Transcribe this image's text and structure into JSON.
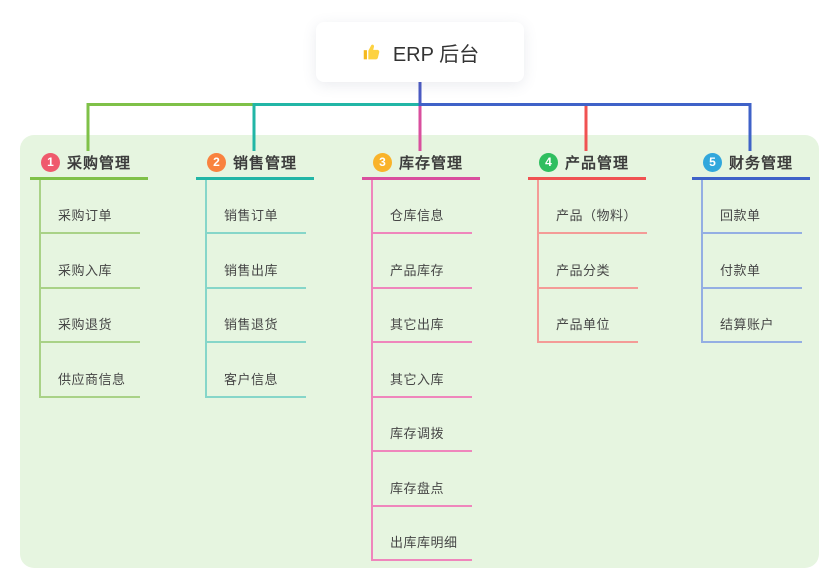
{
  "root": {
    "title": "ERP 后台",
    "icon": "thumbs-up-icon"
  },
  "branches": [
    {
      "badge": "1",
      "label": "采购管理",
      "badge_color": "#ef5a6d",
      "line_color": "#7fc148",
      "child_line_color": "#a9d287",
      "children": [
        "采购订单",
        "采购入库",
        "采购退货",
        "供应商信息"
      ]
    },
    {
      "badge": "2",
      "label": "销售管理",
      "badge_color": "#f9823f",
      "line_color": "#22b6a6",
      "child_line_color": "#86d6c9",
      "children": [
        "销售订单",
        "销售出库",
        "销售退货",
        "客户信息"
      ]
    },
    {
      "badge": "3",
      "label": "库存管理",
      "badge_color": "#f9b32a",
      "line_color": "#d94f9e",
      "child_line_color": "#ef86bc",
      "children": [
        "仓库信息",
        "产品库存",
        "其它出库",
        "其它入库",
        "库存调拨",
        "库存盘点",
        "出库库明细"
      ]
    },
    {
      "badge": "4",
      "label": "产品管理",
      "badge_color": "#2fbe5f",
      "line_color": "#f05252",
      "child_line_color": "#f49b97",
      "children": [
        "产品（物料）",
        "产品分类",
        "产品单位"
      ]
    },
    {
      "badge": "5",
      "label": "财务管理",
      "badge_color": "#31a7dc",
      "line_color": "#3f62c8",
      "child_line_color": "#94aee3",
      "children": [
        "回款单",
        "付款单",
        "结算账户"
      ]
    }
  ],
  "colors": {
    "trunk": "#4b5ac3",
    "panel_bg": "#e6f5e0",
    "canvas_bg": "#ffffff",
    "title_text": "#333333",
    "node_text": "#464646",
    "thumb_icon": "#fdd241"
  }
}
